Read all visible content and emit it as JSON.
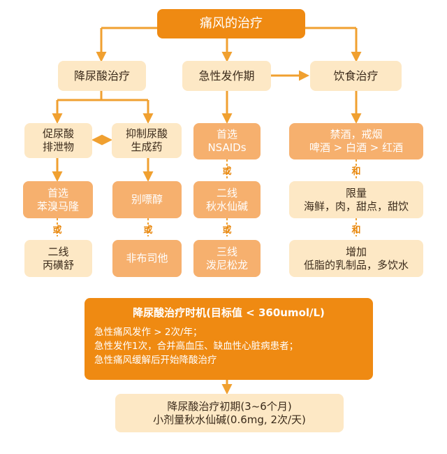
{
  "top": "痛风的治疗",
  "col1": {
    "head": "降尿酸治疗",
    "left": [
      "促尿酸",
      "排泄物"
    ],
    "right": [
      "抑制尿酸",
      "生成药"
    ],
    "left_first": [
      "首选",
      "苯溴马隆"
    ],
    "left_second": [
      "二线",
      "丙磺舒"
    ],
    "right_first": "别嘌醇",
    "right_second": "非布司他"
  },
  "col2": {
    "head": "急性发作期",
    "first": [
      "首选",
      "NSAIDs"
    ],
    "second": [
      "二线",
      "秋水仙碱"
    ],
    "third": [
      "三线",
      "泼尼松龙"
    ]
  },
  "col3": {
    "head": "饮食治疗",
    "b1": [
      "禁酒，戒烟",
      "啤酒 > 白酒 > 红酒"
    ],
    "b2": [
      "限量",
      "海鲜，肉，甜点，甜饮"
    ],
    "b3": [
      "增加",
      "低脂的乳制品，多饮水"
    ]
  },
  "or_text": "或",
  "and_text": "和",
  "timing": {
    "title": "降尿酸治疗时机(目标值 < 360umol/L)",
    "lines": [
      "急性痛风发作 > 2次/年；",
      "急性发作1次，合并高血压、缺血性心脏病患者；",
      "急性痛风缓解后开始降酸治疗"
    ]
  },
  "bottom": [
    "降尿酸治疗初期(3~6个月)",
    "小剂量秋水仙碱(0.6mg, 2次/天)"
  ],
  "colors": {
    "dark": "#ef8a12",
    "mid": "#f6b06e",
    "light": "#fde8c5",
    "line": "#f0a030"
  }
}
